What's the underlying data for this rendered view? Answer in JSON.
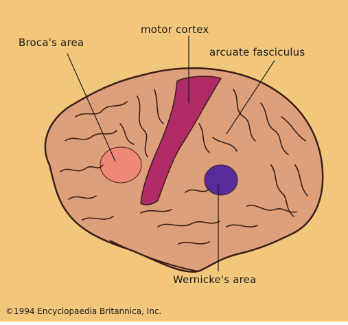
{
  "diagram": {
    "labels": {
      "broca": "Broca's area",
      "motor": "motor cortex",
      "arcuate": "arcuate fasciculus",
      "wernicke": "Wernicke's area"
    },
    "copyright": "©1994 Encyclopaedia Britannica, Inc.",
    "colors": {
      "background": "#f2c77c",
      "brain": "#dda07a",
      "sulcus": "#3a1e17",
      "motor_cortex": "#b02b66",
      "broca_area": "#ef8877",
      "wernicke_area": "#5a2b9a"
    }
  }
}
